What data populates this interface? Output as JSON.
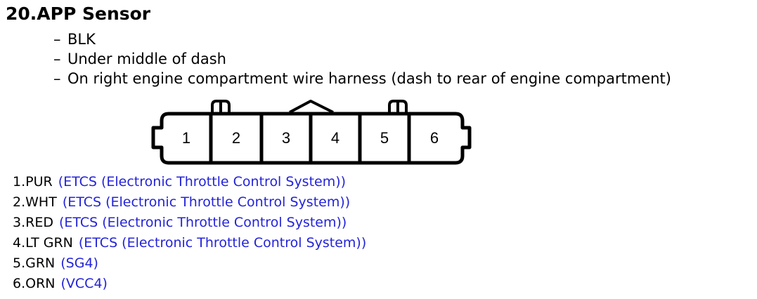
{
  "title": "20.APP Sensor",
  "details": [
    "BLK",
    "Under middle of dash",
    "On right engine compartment wire harness (dash to rear of engine compartment)"
  ],
  "bullet_mark": "–",
  "connector": {
    "pins": [
      "1",
      "2",
      "3",
      "4",
      "5",
      "6"
    ]
  },
  "pin_assignments": [
    {
      "wire": "1.PUR",
      "circuit": "(ETCS (Electronic Throttle Control System))"
    },
    {
      "wire": "2.WHT",
      "circuit": "(ETCS (Electronic Throttle Control System))"
    },
    {
      "wire": "3.RED",
      "circuit": "(ETCS (Electronic Throttle Control System))"
    },
    {
      "wire": "4.LT GRN",
      "circuit": "(ETCS (Electronic Throttle Control System))"
    },
    {
      "wire": "5.GRN",
      "circuit": "(SG4)"
    },
    {
      "wire": "6.ORN",
      "circuit": "(VCC4)"
    }
  ],
  "colors": {
    "circuit_link": "#2323d8",
    "text": "#000000"
  }
}
